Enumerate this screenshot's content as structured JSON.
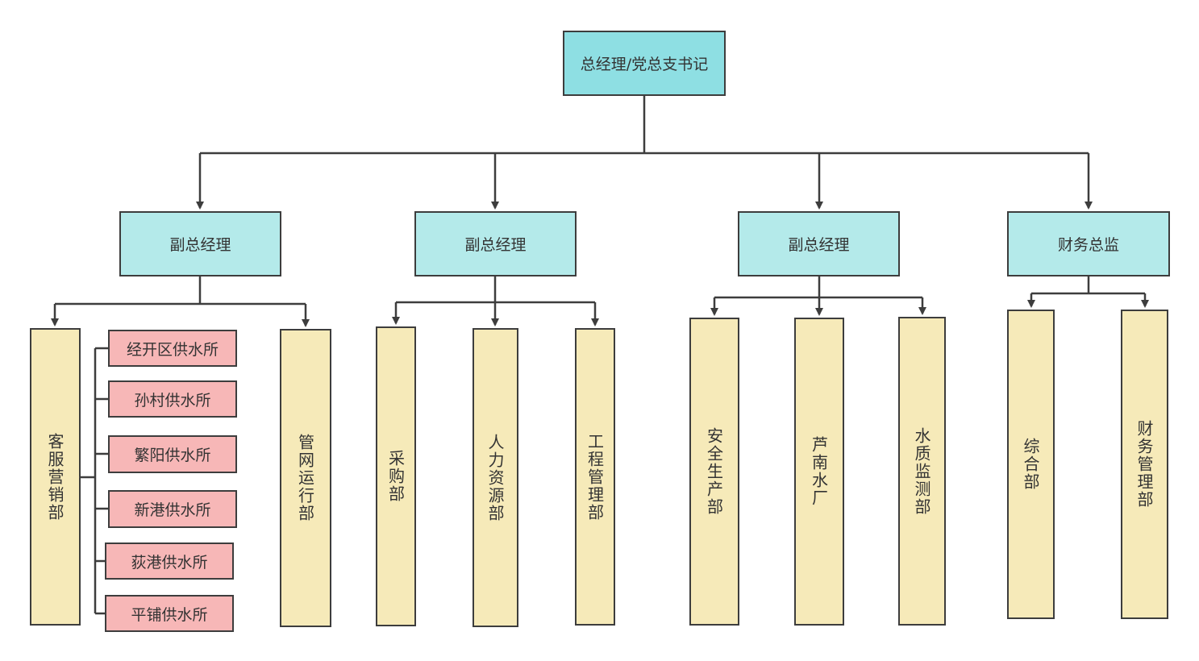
{
  "top": {
    "label": "总经理/党总支书记"
  },
  "managers": [
    {
      "label": "副总经理"
    },
    {
      "label": "副总经理"
    },
    {
      "label": "副总经理"
    },
    {
      "label": "财务总监"
    }
  ],
  "departments": [
    {
      "label": "客服营销部"
    },
    {
      "label": "管网运行部"
    },
    {
      "label": "采购部"
    },
    {
      "label": "人力资源部"
    },
    {
      "label": "工程管理部"
    },
    {
      "label": "安全生产部"
    },
    {
      "label": "芦南水厂"
    },
    {
      "label": "水质监测部"
    },
    {
      "label": "综合部"
    },
    {
      "label": "财务管理部"
    }
  ],
  "stations": [
    {
      "label": "经开区供水所"
    },
    {
      "label": "孙村供水所"
    },
    {
      "label": "繁阳供水所"
    },
    {
      "label": "新港供水所"
    },
    {
      "label": "荻港供水所"
    },
    {
      "label": "平铺供水所"
    }
  ],
  "colors": {
    "top_fill": "#8edfe3",
    "manager_fill": "#b4eaea",
    "department_fill": "#f6eab9",
    "station_fill": "#f7b7b7",
    "line": "#3d3d3d"
  }
}
